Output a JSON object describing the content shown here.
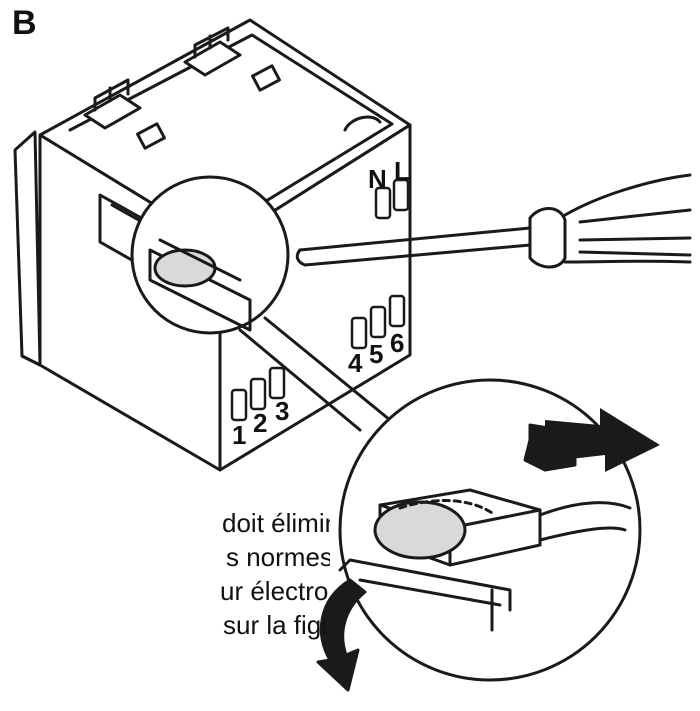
{
  "figure": {
    "label": "B"
  },
  "terminals": {
    "top_right": [
      "N",
      "L"
    ],
    "right_group": [
      "4",
      "5",
      "6"
    ],
    "left_group": [
      "1",
      "2",
      "3"
    ]
  },
  "caption": {
    "lines": [
      "doit éliminer le di-",
      "s normes WEEE), on",
      "ur électronique en",
      "sur la figure A."
    ]
  },
  "colors": {
    "line": "#1a1a1a",
    "battery_fill": "#d9d9d9",
    "background": "#ffffff"
  },
  "icons": [
    "screwdriver-icon",
    "battery-icon",
    "arrow-icon"
  ]
}
